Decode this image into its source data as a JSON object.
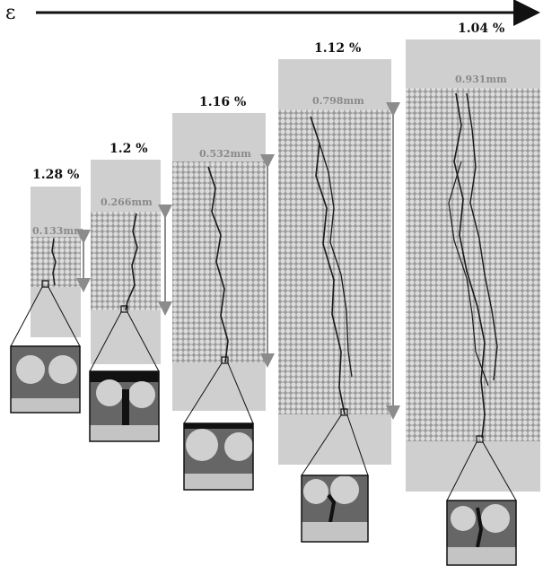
{
  "axis": {
    "symbol": "ε"
  },
  "specimens": [
    {
      "strain": "1.28 %",
      "length": "0.133mm"
    },
    {
      "strain": "1.2 %",
      "length": "0.266mm"
    },
    {
      "strain": "1.16 %",
      "length": "0.532mm"
    },
    {
      "strain": "1.12 %",
      "length": "0.798mm"
    },
    {
      "strain": "1.04 %",
      "length": "0.931mm"
    }
  ],
  "colors": {
    "grip": "#cfcfcf",
    "granular": "#bdbdbd",
    "crack": "#1a1a1a",
    "dimension": "#8c8c8c"
  }
}
